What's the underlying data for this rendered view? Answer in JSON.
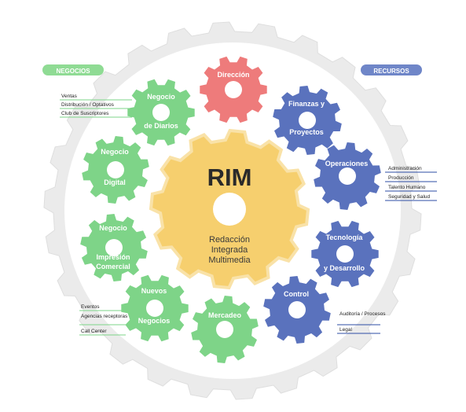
{
  "center": {
    "title": "RIM",
    "subtitle_lines": [
      "Redacción",
      "Integrada",
      "Multimedia"
    ],
    "color": "#f6cf6e"
  },
  "groups": {
    "negocios": {
      "label": "NEGOCIOS",
      "color": "#8fdb94"
    },
    "recursos": {
      "label": "RECURSOS",
      "color": "#6f86c8"
    }
  },
  "gears": [
    {
      "lines": [
        "Dirección"
      ],
      "color": "#ee7b7b"
    },
    {
      "lines": [
        "Finanzas y",
        "Proyectos"
      ],
      "color": "#5a72bd"
    },
    {
      "lines": [
        "Operaciones"
      ],
      "color": "#5a72bd"
    },
    {
      "lines": [
        "Tecnología",
        "y Desarrollo"
      ],
      "color": "#5a72bd"
    },
    {
      "lines": [
        "Control"
      ],
      "color": "#5a72bd"
    },
    {
      "lines": [
        "Mercadeo"
      ],
      "color": "#7ed488"
    },
    {
      "lines": [
        "Nuevos",
        "Negocios"
      ],
      "color": "#7ed488"
    },
    {
      "lines": [
        "Negocio",
        "Impresión",
        "Comercial"
      ],
      "color": "#7ed488"
    },
    {
      "lines": [
        "Negocio",
        "Digital"
      ],
      "color": "#7ed488"
    },
    {
      "lines": [
        "Negocio",
        "de Diarios"
      ],
      "color": "#7ed488"
    }
  ],
  "lists": {
    "negocio_diarios": [
      "Ventas",
      "Distribución / Optativos",
      "Club de Suscriptores"
    ],
    "operaciones": [
      "Administración",
      "Producción",
      "Talento Humano",
      "Seguridad y Salud"
    ],
    "nuevos_negocios": [
      "Eventos",
      "Agencias receptoras",
      "Call Center"
    ],
    "control": [
      "Auditoría / Procesos",
      "Legal"
    ]
  },
  "colors": {
    "ring": "#ebebeb",
    "ring_edge": "#dedede",
    "green_line": "#7ed488",
    "blue_line": "#2e4da6"
  }
}
